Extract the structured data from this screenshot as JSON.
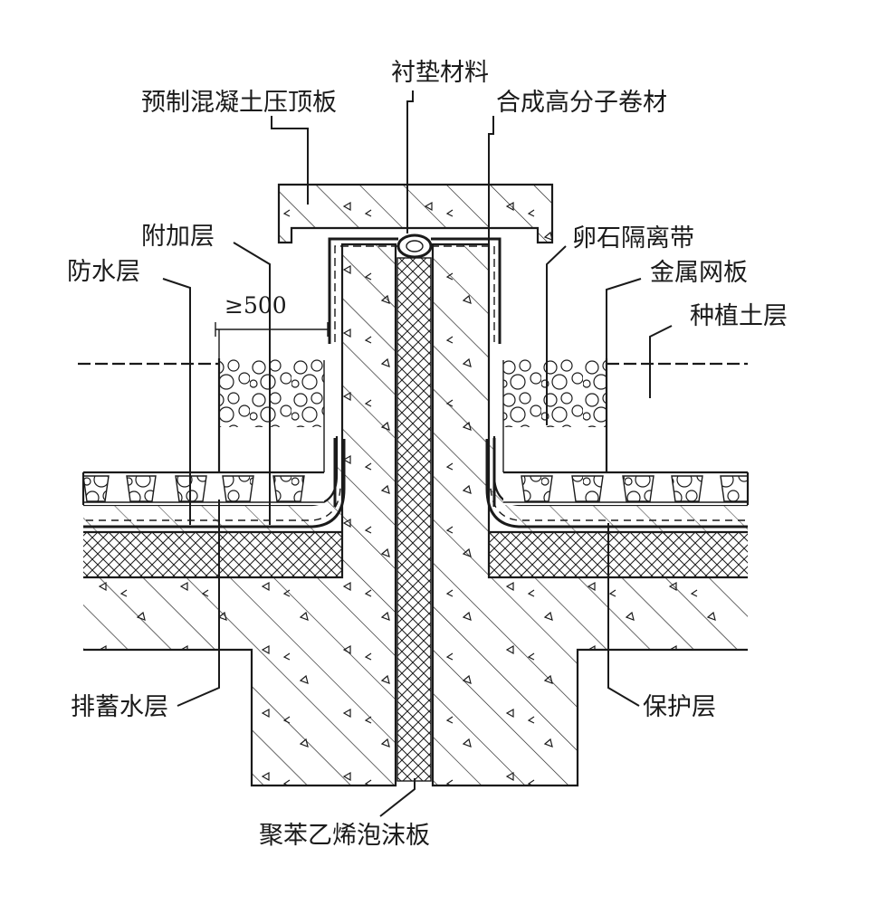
{
  "labels": {
    "precast_cap": "预制混凝土压顶板",
    "liner": "衬垫材料",
    "polymer_membrane": "合成高分子卷材",
    "additional_layer": "附加层",
    "waterproof_layer": "防水层",
    "pebble_strip": "卵石隔离带",
    "metal_mesh": "金属网板",
    "planting_soil": "种植土层",
    "drainage_layer": "排蓄水层",
    "protection_layer": "保护层",
    "eps_board": "聚苯乙烯泡沫板"
  },
  "dimension": {
    "min_width": "≥500"
  },
  "colors": {
    "ink": "#1a1a1a",
    "paper": "#ffffff"
  }
}
